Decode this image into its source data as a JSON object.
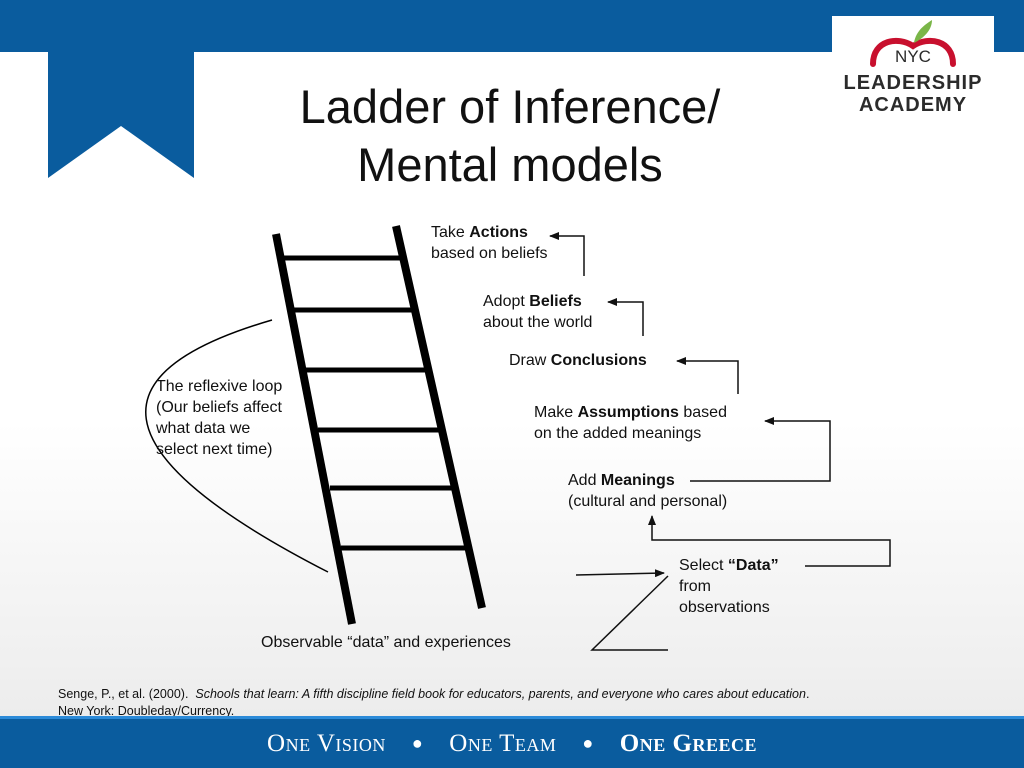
{
  "slide": {
    "title_line1": "Ladder of Inference/",
    "title_line2": "Mental models"
  },
  "logo": {
    "line1": "NYC",
    "line2": "LEADERSHIP",
    "line3": "ACADEMY"
  },
  "ladder_steps": [
    {
      "pre": "Take ",
      "bold": "Actions",
      "post": "",
      "line2": "based on beliefs"
    },
    {
      "pre": "Adopt ",
      "bold": "Beliefs",
      "post": "",
      "line2": "about the world"
    },
    {
      "pre": "Draw ",
      "bold": "Conclusions",
      "post": "",
      "line2": ""
    },
    {
      "pre": "Make ",
      "bold": "Assumptions",
      "post": " based",
      "line2": "on the added meanings"
    },
    {
      "pre": "Add ",
      "bold": "Meanings",
      "post": "",
      "line2": "(cultural and personal)"
    },
    {
      "pre": "Select ",
      "bold": "“Data”",
      "post": "",
      "line2": "from",
      "line3": "observations"
    }
  ],
  "base_label": "Observable “data” and experiences",
  "reflexive_loop": {
    "line1": "The reflexive loop",
    "line2": "(Our beliefs affect",
    "line3": "what data we",
    "line4": "select next time)"
  },
  "citation": {
    "authors": "Senge, P., et al. (2000).",
    "book": "Schools that learn: A fifth discipline field book for educators, parents, and everyone who cares about education",
    "end": ".",
    "publisher": "New York: Doubleday/Currency."
  },
  "footer": {
    "part1": "One Vision",
    "bullet": "●",
    "part2": "One Team",
    "part3": "One Greece"
  },
  "colors": {
    "band": "#0a5c9e",
    "band_highlight": "#2b8ad8",
    "logo_red": "#c8102e",
    "logo_green": "#7ab648"
  }
}
